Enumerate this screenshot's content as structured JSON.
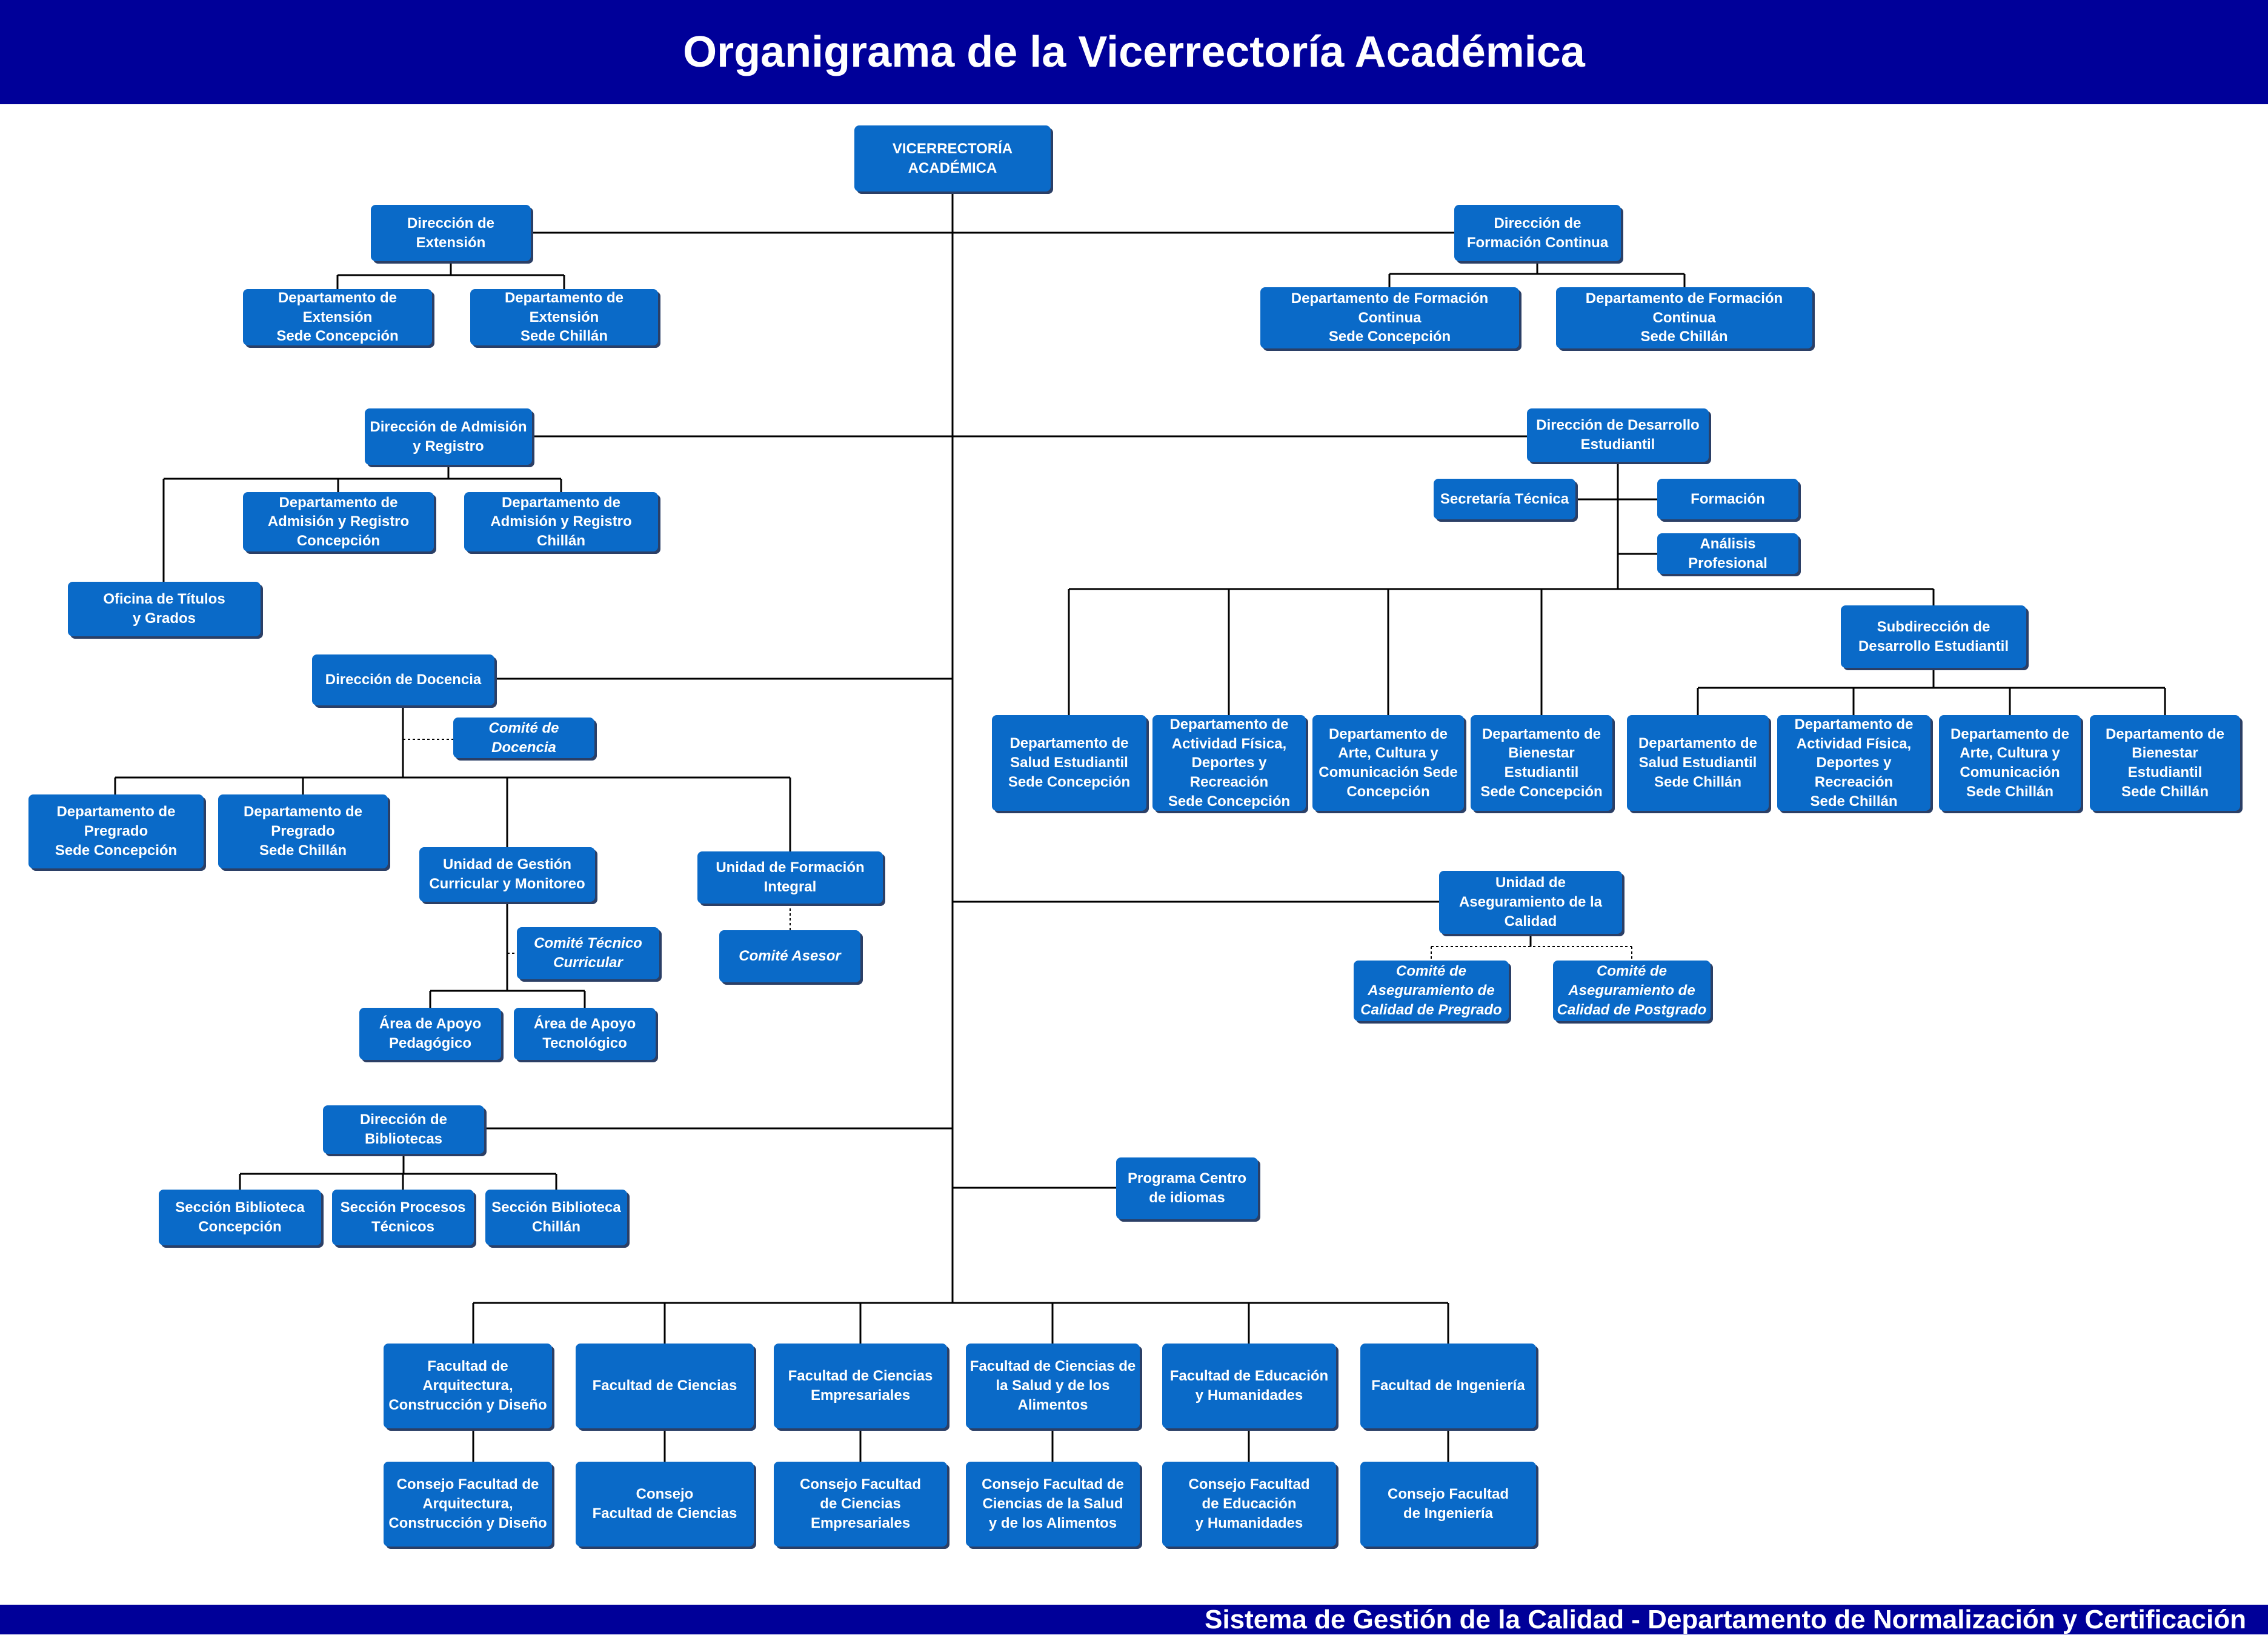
{
  "header": {
    "title": "Organigrama de la Vicerrectoría Académica"
  },
  "footer": {
    "text": "Sistema de Gestión de la Calidad - Departamento de Normalización y Certificación"
  },
  "colors": {
    "header_bg": "#000099",
    "node_bg": "#0a6ac8",
    "node_shadow": "#2b3f66",
    "connector": "#000000"
  },
  "nodes": [
    {
      "id": "vicerrectoria",
      "label": "VICERRECTORÍA\nACADÉMICA"
    },
    {
      "id": "dir-extension",
      "label": "Dirección de\nExtensión"
    },
    {
      "id": "dept-ext-concepcion",
      "label": "Departamento de\nExtensión\nSede Concepción"
    },
    {
      "id": "dept-ext-chillan",
      "label": "Departamento de\nExtensión\nSede Chillán"
    },
    {
      "id": "dir-formacion-continua",
      "label": "Dirección de\nFormación Continua"
    },
    {
      "id": "dept-fc-concepcion",
      "label": "Departamento de Formación\nContinua\nSede Concepción"
    },
    {
      "id": "dept-fc-chillan",
      "label": "Departamento de Formación\nContinua\nSede Chillán"
    },
    {
      "id": "dir-admision",
      "label": "Dirección de Admisión\ny Registro"
    },
    {
      "id": "dept-adm-concepcion",
      "label": "Departamento de\nAdmisión y Registro\nConcepción"
    },
    {
      "id": "dept-adm-chillan",
      "label": "Departamento de\nAdmisión y Registro\nChillán"
    },
    {
      "id": "oficina-titulos",
      "label": "Oficina de Títulos\ny Grados"
    },
    {
      "id": "dir-desarrollo-estudiantil",
      "label": "Dirección de Desarrollo\nEstudiantil"
    },
    {
      "id": "secretaria-tecnica",
      "label": "Secretaría Técnica"
    },
    {
      "id": "formacion",
      "label": "Formación"
    },
    {
      "id": "analisis-profesional",
      "label": "Análisis\nProfesional"
    },
    {
      "id": "subdir-desarrollo",
      "label": "Subdirección de\nDesarrollo Estudiantil"
    },
    {
      "id": "dept-salud-concepcion",
      "label": "Departamento de\nSalud Estudiantil\nSede Concepción"
    },
    {
      "id": "dept-actividad-concepcion",
      "label": "Departamento de\nActividad Física,\nDeportes y\nRecreación\nSede Concepción"
    },
    {
      "id": "dept-arte-concepcion",
      "label": "Departamento de\nArte, Cultura y\nComunicación Sede\nConcepción"
    },
    {
      "id": "dept-bienestar-concepcion",
      "label": "Departamento de\nBienestar\nEstudiantil\nSede Concepción"
    },
    {
      "id": "dept-salud-chillan",
      "label": "Departamento de\nSalud Estudiantil\nSede Chillán"
    },
    {
      "id": "dept-actividad-chillan",
      "label": "Departamento de\nActividad Física,\nDeportes y\nRecreación\nSede Chillán"
    },
    {
      "id": "dept-arte-chillan",
      "label": "Departamento de\nArte, Cultura y\nComunicación\nSede Chillán"
    },
    {
      "id": "dept-bienestar-chillan",
      "label": "Departamento de\nBienestar\nEstudiantil\nSede Chillán"
    },
    {
      "id": "dir-docencia",
      "label": "Dirección de Docencia"
    },
    {
      "id": "comite-docencia",
      "label": "Comité de\nDocencia"
    },
    {
      "id": "dept-pregrado-concepcion",
      "label": "Departamento de\nPregrado\nSede Concepción"
    },
    {
      "id": "dept-pregrado-chillan",
      "label": "Departamento de\nPregrado\nSede Chillán"
    },
    {
      "id": "unidad-gestion-curricular",
      "label": "Unidad de Gestión\nCurricular y Monitoreo"
    },
    {
      "id": "unidad-formacion-integral",
      "label": "Unidad de Formación\nIntegral"
    },
    {
      "id": "comite-tecnico-curricular",
      "label": "Comité Técnico\nCurricular"
    },
    {
      "id": "comite-asesor",
      "label": "Comité Asesor"
    },
    {
      "id": "area-apoyo-pedagogico",
      "label": "Área de Apoyo\nPedagógico"
    },
    {
      "id": "area-apoyo-tecnologico",
      "label": "Área de Apoyo\nTecnológico"
    },
    {
      "id": "unidad-aseguramiento",
      "label": "Unidad de\nAseguramiento de la\nCalidad"
    },
    {
      "id": "comite-aseg-pregrado",
      "label": "Comité de\nAseguramiento de\nCalidad de Pregrado"
    },
    {
      "id": "comite-aseg-postgrado",
      "label": "Comité de\nAseguramiento de\nCalidad de Postgrado"
    },
    {
      "id": "dir-bibliotecas",
      "label": "Dirección de\nBibliotecas"
    },
    {
      "id": "seccion-bib-concepcion",
      "label": "Sección Biblioteca\nConcepción"
    },
    {
      "id": "seccion-procesos-tecnicos",
      "label": "Sección Procesos\nTécnicos"
    },
    {
      "id": "seccion-bib-chillan",
      "label": "Sección Biblioteca\nChillán"
    },
    {
      "id": "programa-idiomas",
      "label": "Programa Centro\nde idiomas"
    },
    {
      "id": "fac-arquitectura",
      "label": "Facultad de\nArquitectura,\nConstrucción y Diseño"
    },
    {
      "id": "fac-ciencias",
      "label": "Facultad de Ciencias"
    },
    {
      "id": "fac-empresariales",
      "label": "Facultad de Ciencias\nEmpresariales"
    },
    {
      "id": "fac-salud-alimentos",
      "label": "Facultad de Ciencias de\nla Salud y de los\nAlimentos"
    },
    {
      "id": "fac-educacion",
      "label": "Facultad de Educación\ny Humanidades"
    },
    {
      "id": "fac-ingenieria",
      "label": "Facultad de Ingeniería"
    },
    {
      "id": "consejo-arquitectura",
      "label": "Consejo Facultad de\nArquitectura,\nConstrucción y Diseño"
    },
    {
      "id": "consejo-ciencias",
      "label": "Consejo\nFacultad de Ciencias"
    },
    {
      "id": "consejo-empresariales",
      "label": "Consejo Facultad\nde Ciencias\nEmpresariales"
    },
    {
      "id": "consejo-salud-alimentos",
      "label": "Consejo Facultad de\nCiencias de la Salud\ny de los Alimentos"
    },
    {
      "id": "consejo-educacion",
      "label": "Consejo Facultad\nde Educación\ny Humanidades"
    },
    {
      "id": "consejo-ingenieria",
      "label": "Consejo Facultad\nde Ingeniería"
    }
  ]
}
